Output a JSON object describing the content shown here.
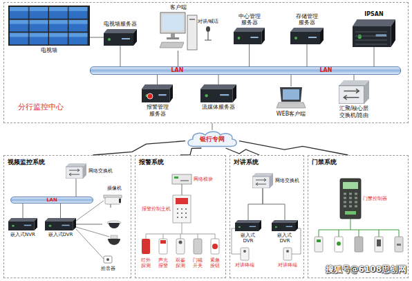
{
  "diagram": {
    "nodes": [
      {
        "text": [
          "分行监控中心"
        ]
      },
      {
        "text": [
          "电视墙"
        ],
        "in": 0
      },
      {
        "text": [
          "电视墙服务器"
        ],
        "in": 0
      },
      {
        "text": [
          "客户端"
        ],
        "in": 0
      },
      {
        "text": [
          "中心管理 服务器"
        ],
        "in": 0
      },
      {
        "text": [
          "存储管理 服务器"
        ],
        "in": 0
      },
      {
        "text": [
          "IPSAN"
        ],
        "in": 0
      },
      {
        "text": [
          "LAN",
          "LAN"
        ],
        "in": 0
      },
      {
        "text": [
          "报警管理 服务器"
        ],
        "in": 0
      },
      {
        "text": [
          "流媒体服务器"
        ],
        "in": 0
      },
      {
        "text": [
          "WEB客户端"
        ],
        "in": 0
      },
      {
        "text": [
          "汇聚/核心层 交换机/路由"
        ],
        "in": 0
      },
      {
        "text": [
          "银行专网"
        ]
      },
      {
        "text": [
          "视频监控系统"
        ]
      },
      {
        "text": [
          "网络交换机"
        ],
        "in": 13
      },
      {
        "text": [
          "LAN"
        ],
        "in": 13
      },
      {
        "text": [
          "嵌入式NVR"
        ],
        "in": 13
      },
      {
        "text": [
          "嵌入式DVR"
        ],
        "in": 13
      },
      {
        "text": [
          "摄像机"
        ],
        "in": 13
      },
      {
        "text": [
          "报警系统"
        ]
      },
      {
        "text": [
          "网络模块"
        ],
        "in": 19
      },
      {
        "text": [
          "报警控制主机"
        ],
        "in": 19
      },
      {
        "text": [
          "对讲系统"
        ]
      },
      {
        "text": [
          "网络交换机"
        ],
        "in": 22
      },
      {
        "text": [
          "嵌入式 DVR"
        ],
        "in": 22
      },
      {
        "text": [
          "嵌入式 DVR"
        ],
        "in": 22
      },
      {
        "text": [
          "门禁系统"
        ]
      },
      {
        "text": [
          "门禁控制器"
        ],
        "in": 26
      }
    ],
    "edges": [
      {
        "from": 1,
        "to": 2,
        "arrow": "none"
      },
      {
        "from": 2,
        "to": 7,
        "arrow": "none"
      },
      {
        "from": 3,
        "to": 7,
        "arrow": "none"
      },
      {
        "from": 4,
        "to": 7,
        "arrow": "none"
      },
      {
        "from": 5,
        "to": 7,
        "arrow": "none"
      },
      {
        "from": 6,
        "to": 7,
        "arrow": "none"
      },
      {
        "from": 7,
        "to": 8,
        "arrow": "none"
      },
      {
        "from": 7,
        "to": 9,
        "arrow": "none"
      },
      {
        "from": 7,
        "to": 10,
        "arrow": "none"
      },
      {
        "from": 7,
        "to": 11,
        "arrow": "none"
      },
      {
        "from": 12,
        "to": 0,
        "arrow": "none"
      },
      {
        "from": 12,
        "to": 13,
        "arrow": "none"
      },
      {
        "from": 12,
        "to": 19,
        "arrow": "none"
      },
      {
        "from": 12,
        "to": 22,
        "arrow": "none"
      },
      {
        "from": 12,
        "to": 26,
        "arrow": "none"
      },
      {
        "from": 14,
        "to": 15,
        "arrow": "none"
      },
      {
        "from": 16,
        "to": 15,
        "arrow": "none"
      },
      {
        "from": 17,
        "to": 15,
        "arrow": "none"
      },
      {
        "from": 17,
        "to": 18,
        "arrow": "none"
      },
      {
        "from": 20,
        "to": 21,
        "arrow": "none"
      },
      {
        "from": 23,
        "to": 24,
        "arrow": "none"
      },
      {
        "from": 23,
        "to": 25,
        "arrow": "none"
      }
    ],
    "labels": [
      "对讲/喊话",
      "拾音器",
      "红外 探测",
      "声光 报警",
      "双鉴 探测",
      "门磁 开关",
      "紧急 按钮",
      "对讲终端",
      "对讲终端",
      "搜狐号@6108思创网"
    ]
  }
}
